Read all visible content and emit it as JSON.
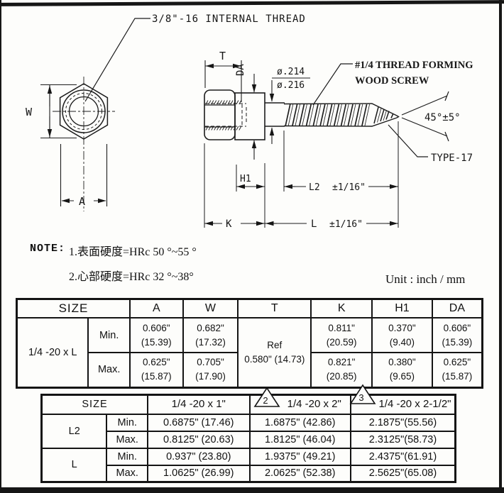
{
  "drawing": {
    "internal_thread_label": "3/8\"-16 INTERNAL THREAD",
    "t": "T",
    "da": "DA",
    "w": "W",
    "a": "A",
    "h1": "H1",
    "k": "K",
    "l": "L",
    "l2": "L2",
    "l_tol": "±1/16\"",
    "l2_tol": "±1/16\"",
    "dia_upper": "ø.214",
    "dia_lower": "ø.216",
    "wood_screw_line1": "#1/4  THREAD FORMING",
    "wood_screw_line2": "WOOD SCREW",
    "angle": "45°±5°",
    "type": "TYPE-17"
  },
  "note": {
    "prefix": "NOTE:",
    "line1": "1.表面硬度=HRc 50 °~55 °",
    "line2": "2.心部硬度=HRc 32 °~38°"
  },
  "unit_label": "Unit : inch / mm",
  "table1": {
    "size_header": "SIZE",
    "columns": [
      "A",
      "W",
      "T",
      "K",
      "H1",
      "DA"
    ],
    "size_value": "1/4 -20 x L",
    "min_label": "Min.",
    "max_label": "Max.",
    "t_ref": [
      "Ref",
      "0.580\" (14.73)"
    ],
    "min": {
      "A": [
        "0.606\"",
        "(15.39)"
      ],
      "W": [
        "0.682\"",
        "(17.32)"
      ],
      "K": [
        "0.811\"",
        "(20.59)"
      ],
      "H1": [
        "0.370\"",
        "(9.40)"
      ],
      "DA": [
        "0.606\"",
        "(15.39)"
      ]
    },
    "max": {
      "A": [
        "0.625\"",
        "(15.87)"
      ],
      "W": [
        "0.705\"",
        "(17.90)"
      ],
      "K": [
        "0.821\"",
        "(20.85)"
      ],
      "H1": [
        "0.380\"",
        "(9.65)"
      ],
      "DA": [
        "0.625\"",
        "(15.87)"
      ]
    }
  },
  "table2": {
    "size_header": "SIZE",
    "columns": [
      "1/4 -20 x 1\"",
      "1/4 -20 x 2\"",
      "1/4 -20 x 2-1/2\""
    ],
    "rev_markers": [
      "2",
      "3"
    ],
    "l2_label": "L2",
    "l_label": "L",
    "min_label": "Min.",
    "max_label": "Max.",
    "l2_min": [
      "0.6875\" (17.46)",
      "1.6875\" (42.86)",
      "2.1875\"(55.56)"
    ],
    "l2_max": [
      "0.8125\" (20.63)",
      "1.8125\" (46.04)",
      "2.3125\"(58.73)"
    ],
    "l_min": [
      "0.937\" (23.80)",
      "1.9375\" (49.21)",
      "2.4375\"(61.91)"
    ],
    "l_max": [
      "1.0625\" (26.99)",
      "2.0625\" (52.38)",
      "2.5625\"(65.08)"
    ]
  }
}
